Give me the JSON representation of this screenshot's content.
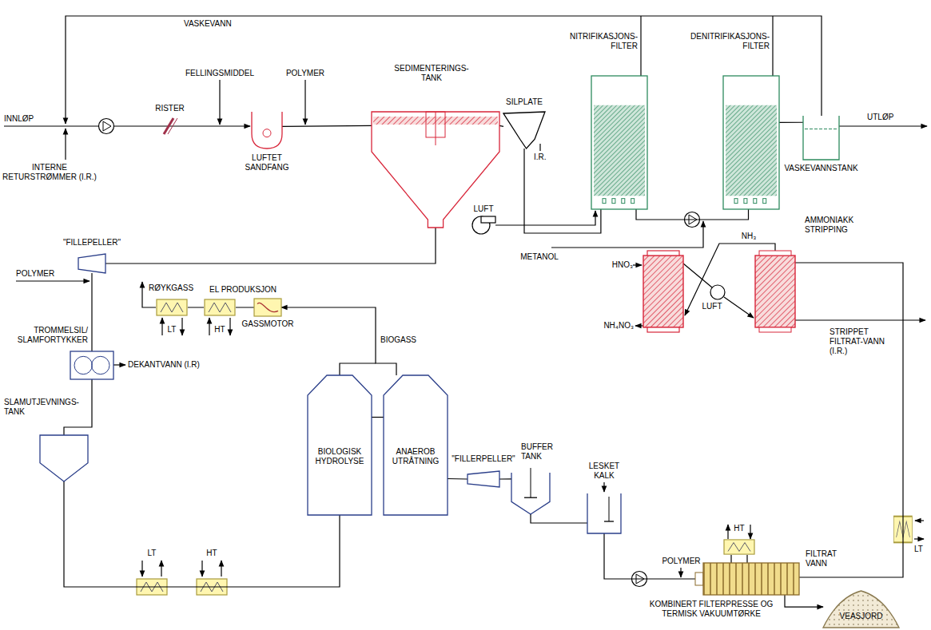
{
  "diagram": {
    "nodes": [
      {
        "text": [
          "LUFTET SANDFANG"
        ]
      },
      {
        "text": [
          "SEDIMENTERINGS-TANK"
        ]
      },
      {
        "text": [
          "SILPLATE"
        ]
      },
      {
        "text": [
          "NITRIFIKASJONS-FILTER"
        ]
      },
      {
        "text": [
          "DENITRIFIKASJONS-FILTER"
        ]
      },
      {
        "text": [
          "VASKEVANNSTANK"
        ]
      },
      {
        "text": [
          "\"FILLEPELLER\""
        ]
      },
      {
        "text": [
          "TROMMELSIL/ SLAMFORTYKKER"
        ]
      },
      {
        "text": [
          "SLAMUTJEVNINGS-TANK"
        ]
      },
      {
        "text": [
          "BIOLOGISK HYDROLYSE"
        ]
      },
      {
        "text": [
          "ANAEROB UTRÅTNING"
        ]
      },
      {
        "text": [
          "GASSMOTOR"
        ]
      },
      {
        "text": [
          "\"FILLERPELLER\""
        ]
      },
      {
        "text": [
          "BUFFER TANK"
        ]
      },
      {
        "text": [
          "LESKET KALK"
        ]
      },
      {
        "text": [
          "KOMBINERT FILTERPRESSE OG TERMISK VAKUUMTØRKE"
        ]
      },
      {
        "text": [
          "VEASJORD"
        ]
      },
      {
        "text": [
          "AMMONIAKK STRIPPING"
        ]
      }
    ],
    "edges": [
      {
        "from": 0,
        "to": 1,
        "arrow": "none"
      },
      {
        "from": 1,
        "to": 2,
        "arrow": "none"
      },
      {
        "from": 2,
        "to": 3,
        "arrow": "none"
      },
      {
        "from": 3,
        "to": 4,
        "arrow": "none"
      },
      {
        "from": 4,
        "to": 5,
        "arrow": "none"
      },
      {
        "from": 1,
        "to": 6,
        "arrow": "none"
      },
      {
        "from": 6,
        "to": 7,
        "arrow": "none"
      },
      {
        "from": 7,
        "to": 8,
        "arrow": "none"
      },
      {
        "from": 8,
        "to": 9,
        "arrow": "none"
      },
      {
        "from": 9,
        "to": 10,
        "arrow": "none"
      },
      {
        "from": 10,
        "to": 11,
        "arrow": "to"
      },
      {
        "from": 10,
        "to": 12,
        "arrow": "none"
      },
      {
        "from": 12,
        "to": 13,
        "arrow": "none"
      },
      {
        "from": 13,
        "to": 14,
        "arrow": "none"
      },
      {
        "from": 14,
        "to": 15,
        "arrow": "none"
      },
      {
        "from": 15,
        "to": 16,
        "arrow": "to"
      },
      {
        "from": 15,
        "to": 17,
        "arrow": "none"
      }
    ],
    "labels": [
      "VASKEVANN",
      "INNLØP",
      "INTERNE RETURSTRØMMER (I.R.)",
      "RISTER",
      "FELLINGSMIDDEL",
      "POLYMER",
      "I.R.",
      "UTLØP",
      "LUFT",
      "METANOL",
      "POLYMER",
      "RØYKGASS",
      "EL PRODUKSJON",
      "LT",
      "HT",
      "BIOGASS",
      "DEKANTVANN (I.R)",
      "LT",
      "HT",
      "POLYMER",
      "HT",
      "FILTRAT VANN",
      "LT",
      "HNO₃",
      "NH₃",
      "NH₄NO₃",
      "LUFT",
      "STRIPPET FILTRAT-VANN (I.R.)"
    ]
  }
}
